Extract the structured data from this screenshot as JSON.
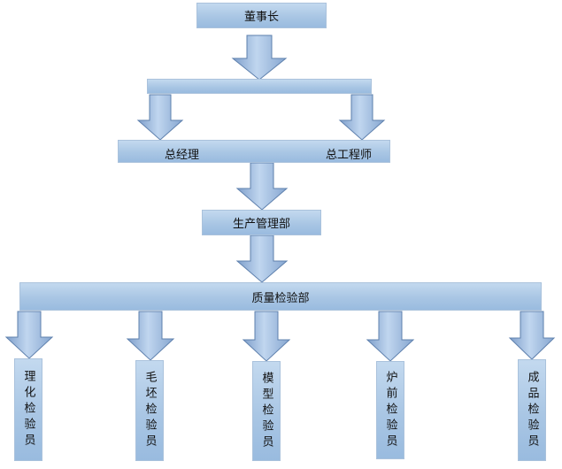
{
  "nodes": {
    "chairman": "董事长",
    "general_manager": "总经理",
    "chief_engineer": "总工程师",
    "production_dept": "生产管理部",
    "quality_dept": "质量检验部",
    "inspectors": [
      {
        "label": "理化检验员"
      },
      {
        "label": "毛坯检验员"
      },
      {
        "label": "模型检验员"
      },
      {
        "label": "炉前检验员"
      },
      {
        "label": "成品检验员"
      }
    ]
  },
  "colors": {
    "box_top": "#c3d9ef",
    "box_bottom": "#99bbdf",
    "arrow_fill": "#a8c5e6",
    "arrow_stroke": "#5e80ad"
  }
}
